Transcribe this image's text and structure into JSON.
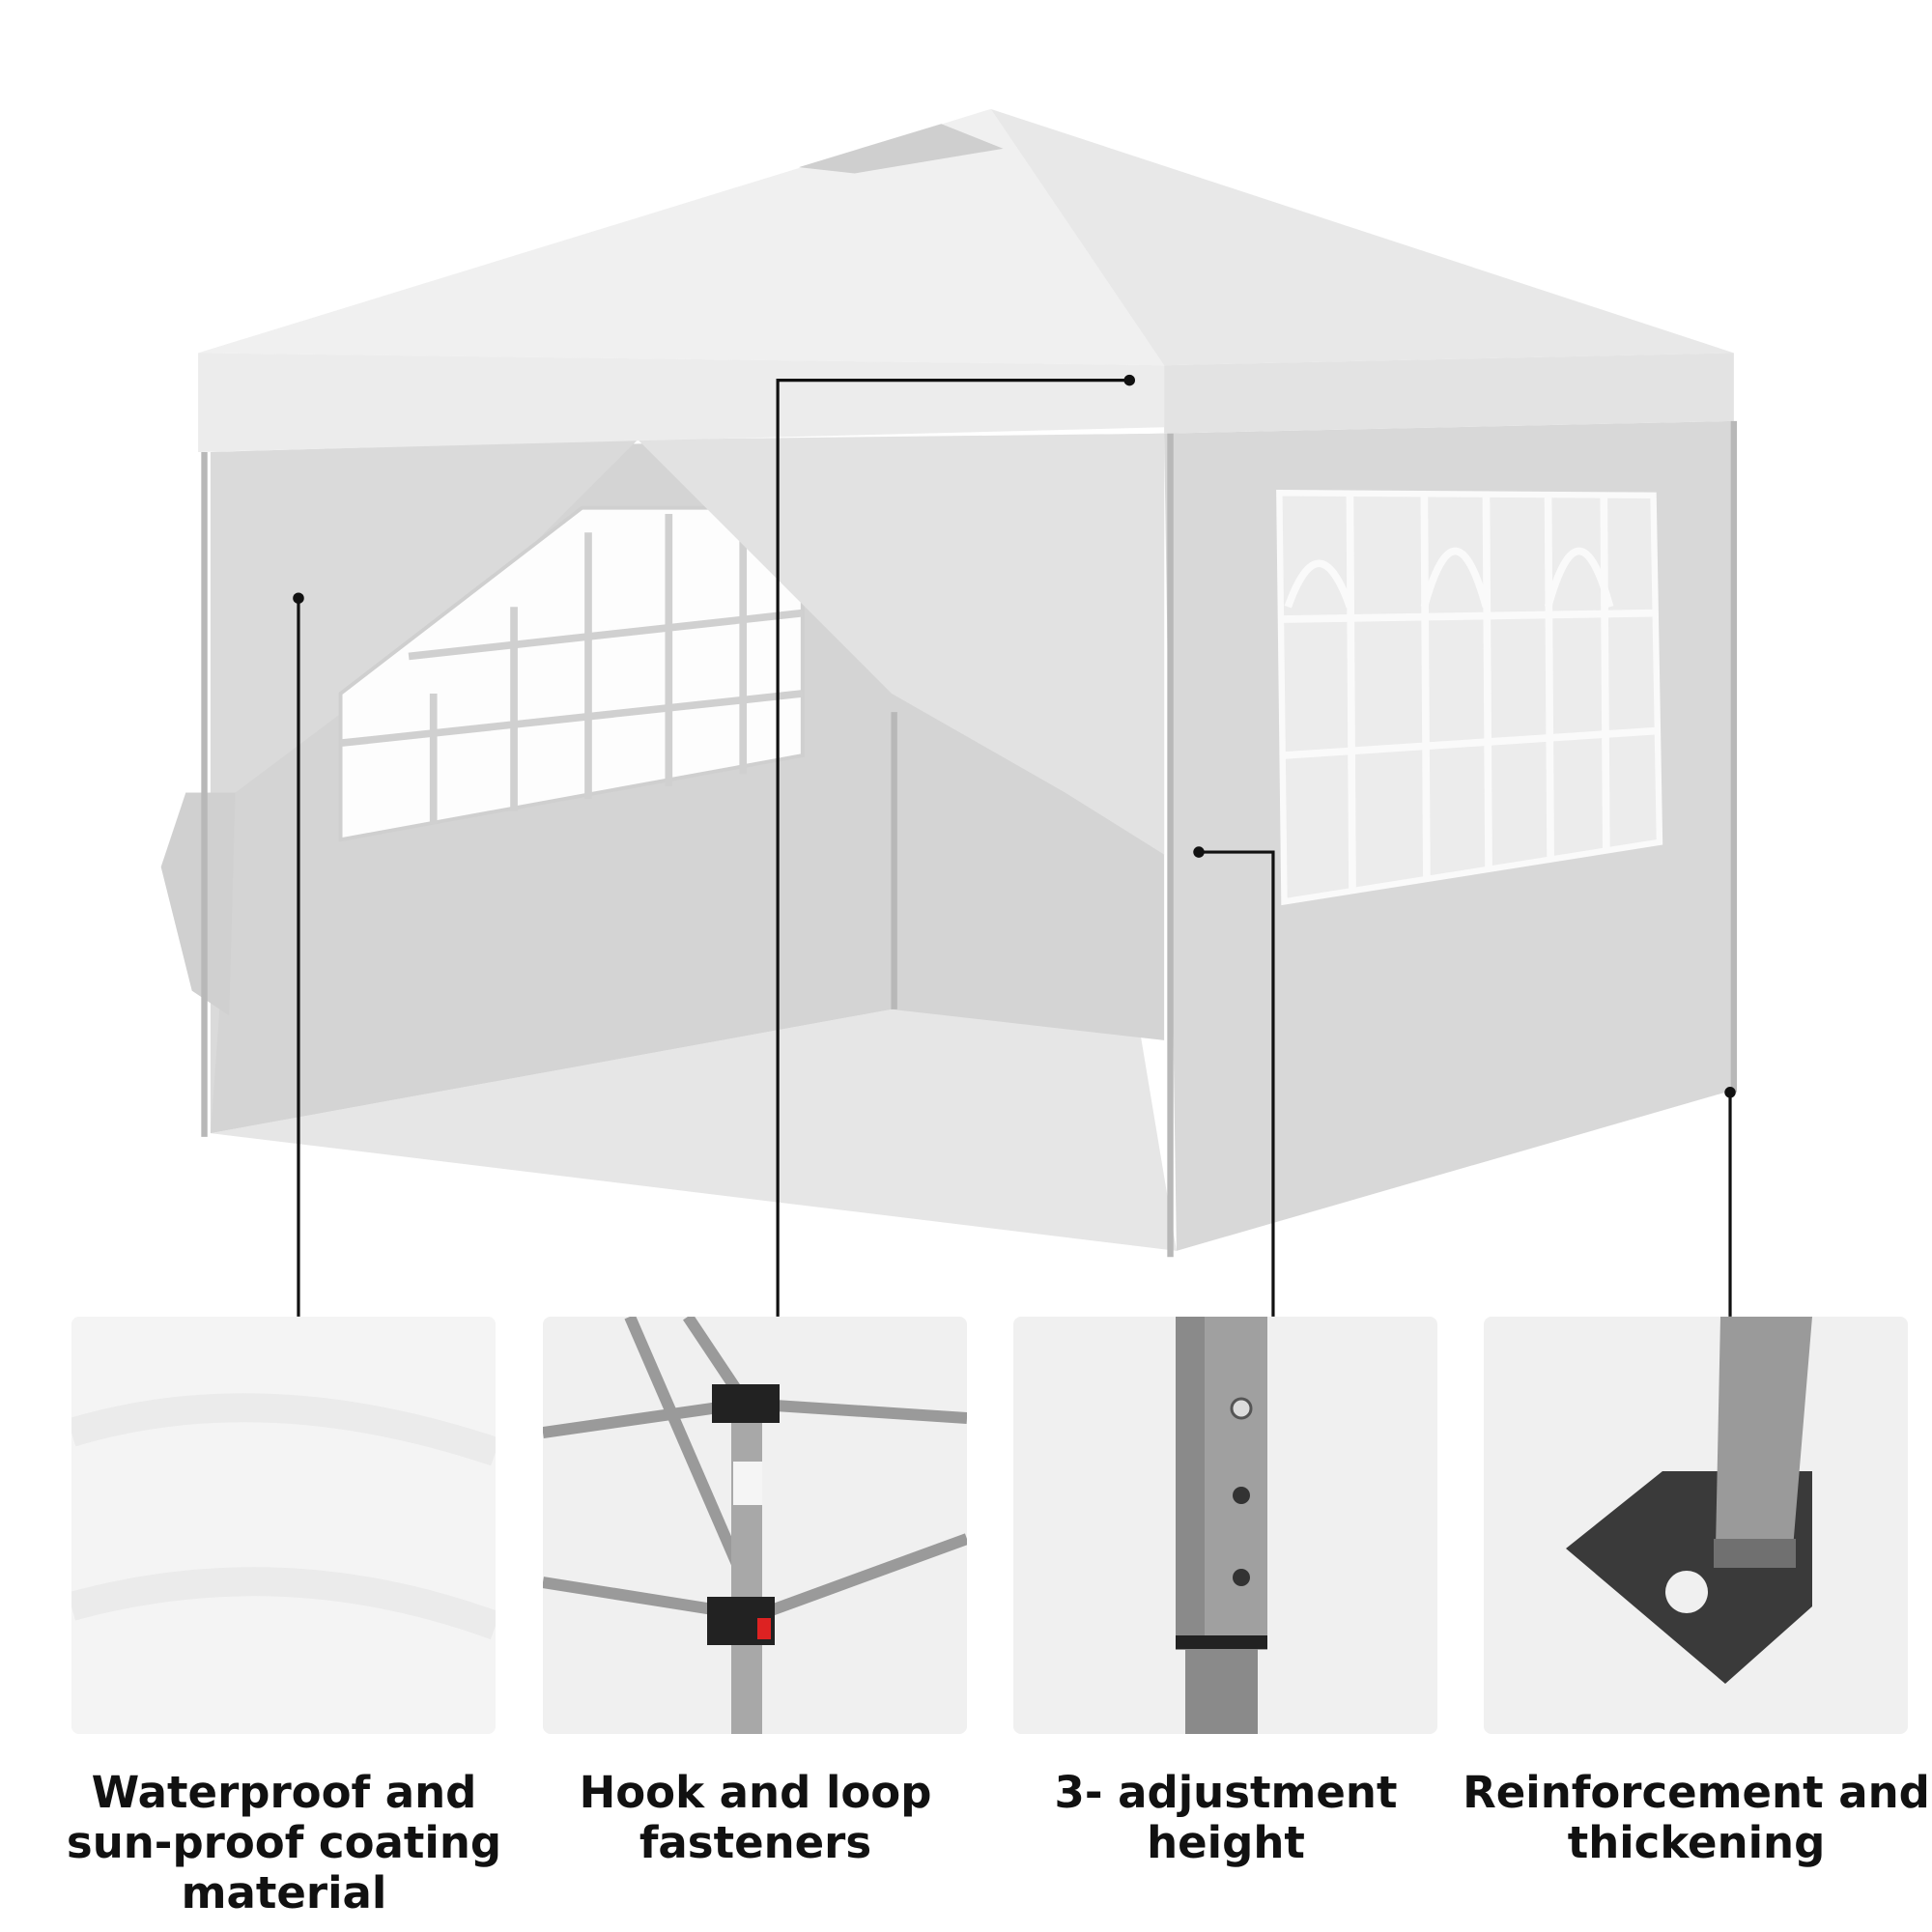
{
  "features": [
    {
      "label_lines": [
        "Waterproof and",
        "sun-proof coating",
        "material"
      ],
      "icon": "fabric-texture"
    },
    {
      "label_lines": [
        "Hook and loop",
        "fasteners"
      ],
      "icon": "frame-joint"
    },
    {
      "label_lines": [
        "3- adjustment",
        "height"
      ],
      "icon": "adjustable-pole"
    },
    {
      "label_lines": [
        "Reinforcement and",
        "thickening"
      ],
      "icon": "reinforced-foot"
    }
  ],
  "colors": {
    "canopy": "#ededed",
    "wall": "#d9d9d9",
    "frame": "#a8a8a8",
    "callout": "#111111"
  }
}
